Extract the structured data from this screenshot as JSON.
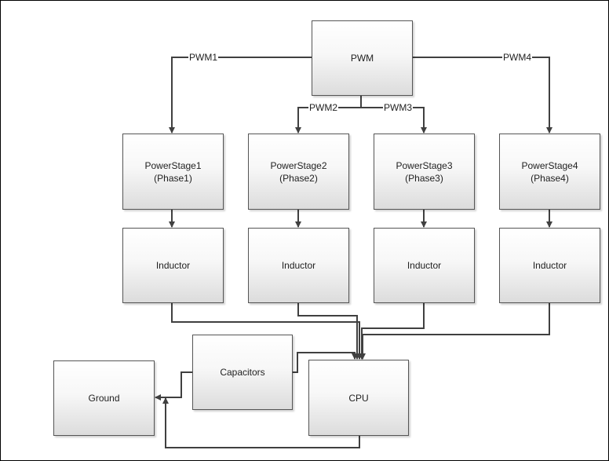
{
  "nodes": {
    "pwm": {
      "label": "PWM"
    },
    "powerstage1": {
      "line1": "PowerStage1",
      "line2": "(Phase1)"
    },
    "powerstage2": {
      "line1": "PowerStage2",
      "line2": "(Phase2)"
    },
    "powerstage3": {
      "line1": "PowerStage3",
      "line2": "(Phase3)"
    },
    "powerstage4": {
      "line1": "PowerStage4",
      "line2": "(Phase4)"
    },
    "inductor1": {
      "label": "Inductor"
    },
    "inductor2": {
      "label": "Inductor"
    },
    "inductor3": {
      "label": "Inductor"
    },
    "inductor4": {
      "label": "Inductor"
    },
    "capacitors": {
      "label": "Capacitors"
    },
    "cpu": {
      "label": "CPU"
    },
    "ground": {
      "label": "Ground"
    }
  },
  "edges": {
    "pwm1": "PWM1",
    "pwm2": "PWM2",
    "pwm3": "PWM3",
    "pwm4": "PWM4"
  },
  "colors": {
    "line": "#404040",
    "box_border": "#555555",
    "box_top": "#ffffff",
    "box_bottom": "#dcdcdc"
  }
}
